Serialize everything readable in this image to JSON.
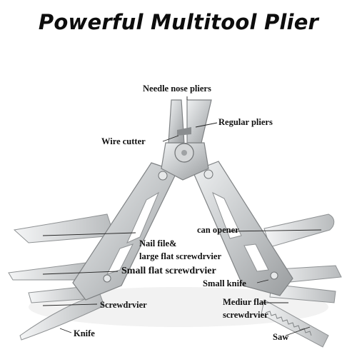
{
  "title": "Powerful Multitool Plier",
  "colors": {
    "background": "#ffffff",
    "steel": "#c9cbcc",
    "steel_dark": "#8e9193",
    "text": "#111111"
  },
  "labels": {
    "needle_nose_pliers": "Needle nose pliers",
    "regular_pliers": "Regular pliers",
    "wire_cutter": "Wire cutter",
    "can_opener": "can opener",
    "nail_file_1": "Nail file&",
    "nail_file_2": "large flat screwdrvier",
    "small_flat_screwdriver": "Small flat screwdrvier",
    "small_knife": "Small knife",
    "screwdriver": "Screwdrvier",
    "medium_flat_1": "Mediur flat",
    "medium_flat_2": "screwdrvier",
    "knife": "Knife",
    "saw": "Saw"
  }
}
